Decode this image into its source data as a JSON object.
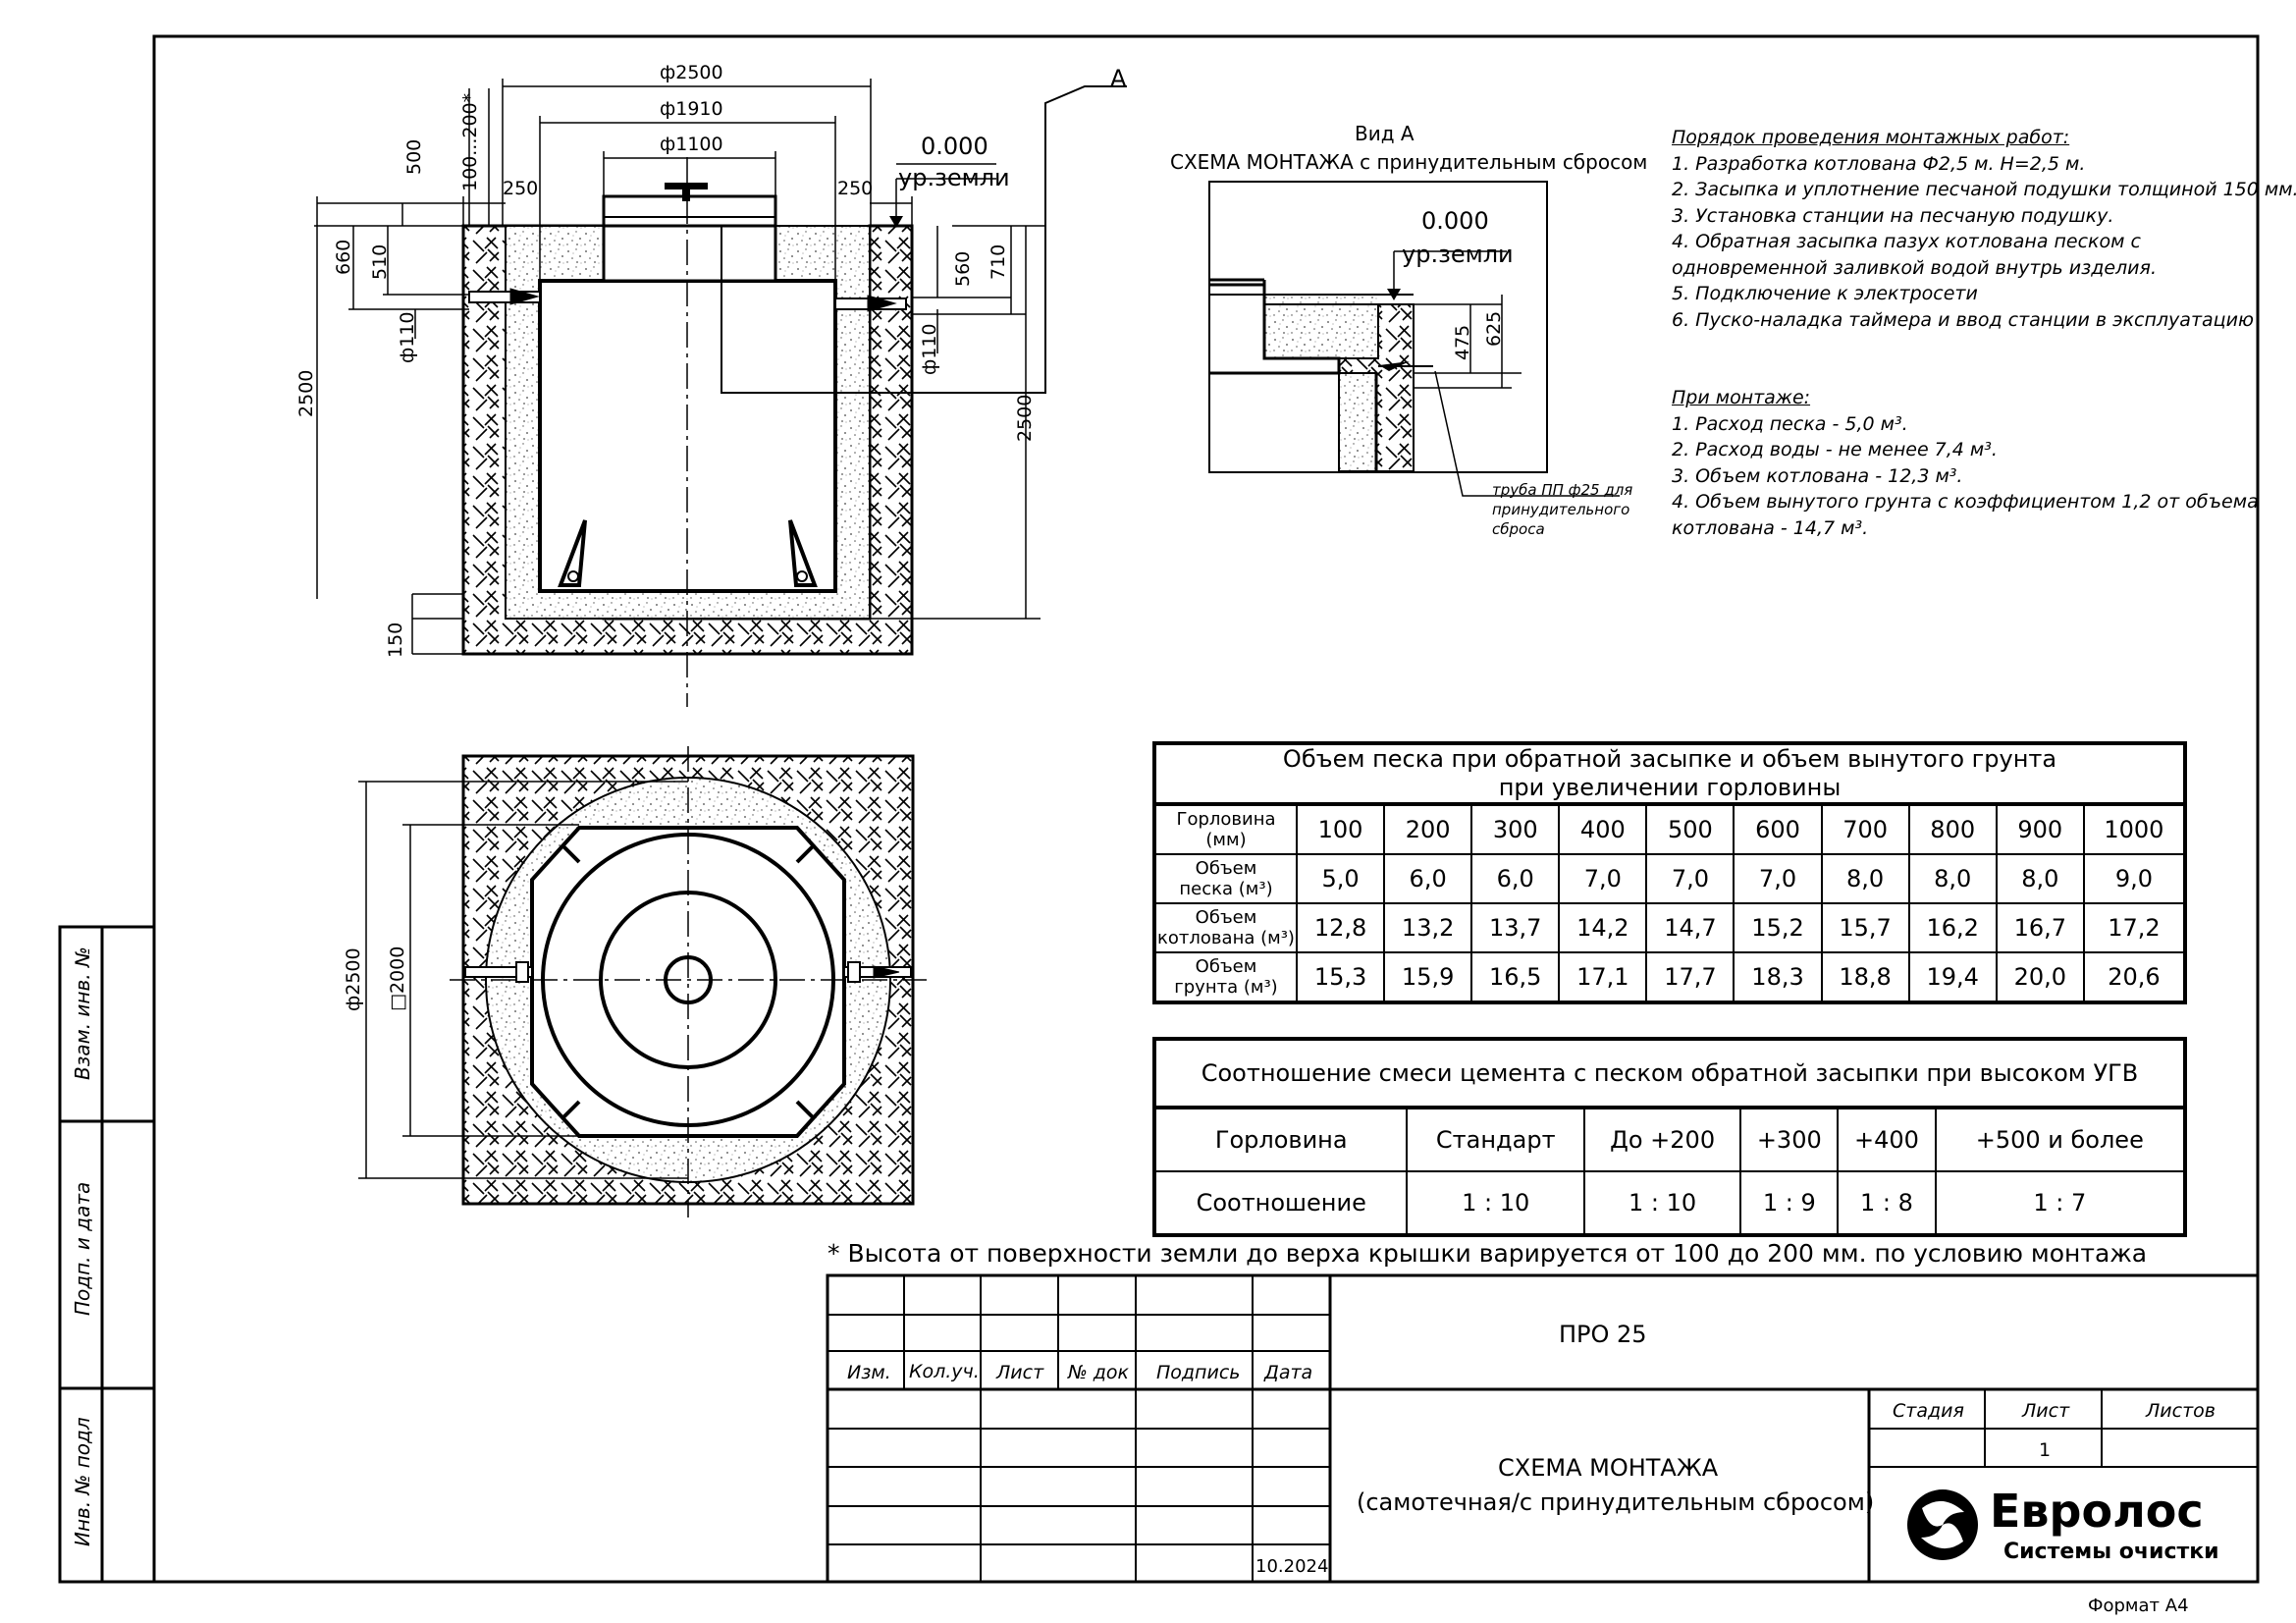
{
  "drawing": {
    "marker_a": "А",
    "view_a_title": "Вид А",
    "view_a_subtitle": "СХЕМА МОНТАЖА с принудительным сбросом",
    "level_value": "0.000",
    "level_label": "ур.земли",
    "dims": {
      "d2500": "ф2500",
      "d1910": "ф1910",
      "d1100": "ф1100",
      "d110": "ф110",
      "v500": "500",
      "v100_200": "100...200*",
      "v250": "250",
      "v660": "660",
      "v510": "510",
      "v560": "560",
      "v710": "710",
      "v2500": "2500",
      "v150": "150",
      "d2500_plan": "ф2500",
      "sq2000": "□2000",
      "v475": "475",
      "v625": "625"
    },
    "pipe_note": [
      "труба ПП ф25 для",
      "принудительного",
      "сброса"
    ]
  },
  "notes": {
    "mount_header": "Порядок проведения монтажных работ:",
    "mount_steps": [
      "1. Разработка котлована Ф2,5 м. Н=2,5 м.",
      "2. Засыпка и уплотнение песчаной подушки толщиной 150 мм.",
      "3. Установка станции на песчаную подушку.",
      "4. Обратная засыпка пазух котлована песком с",
      "одновременной заливкой водой внутрь изделия.",
      "5. Подключение к электросети",
      "6. Пуско-наладка таймера и ввод станции в эксплуатацию"
    ],
    "install_header": "При монтаже:",
    "install_items": [
      "1. Расход песка - 5,0 м³.",
      "2. Расход воды - не менее 7,4 м³.",
      "3. Объем котлована - 12,3 м³.",
      "4. Объем вынутого грунта с коэффициентом 1,2 от объема",
      "котлована - 14,7 м³."
    ]
  },
  "volume_table": {
    "caption_1": "Объем песка при обратной засыпке и объем вынутого грунта",
    "caption_2": "при увеличении горловины",
    "rows": [
      {
        "label_1": "Горловина",
        "label_2": "(мм)",
        "values": [
          "100",
          "200",
          "300",
          "400",
          "500",
          "600",
          "700",
          "800",
          "900",
          "1000"
        ]
      },
      {
        "label_1": "Объем",
        "label_2": "песка (м³)",
        "values": [
          "5,0",
          "6,0",
          "6,0",
          "7,0",
          "7,0",
          "7,0",
          "8,0",
          "8,0",
          "8,0",
          "9,0"
        ]
      },
      {
        "label_1": "Объем",
        "label_2": "котлована (м³)",
        "values": [
          "12,8",
          "13,2",
          "13,7",
          "14,2",
          "14,7",
          "15,2",
          "15,7",
          "16,2",
          "16,7",
          "17,2"
        ]
      },
      {
        "label_1": "Объем",
        "label_2": "грунта (м³)",
        "values": [
          "15,3",
          "15,9",
          "16,5",
          "17,1",
          "17,7",
          "18,3",
          "18,8",
          "19,4",
          "20,0",
          "20,6"
        ]
      }
    ]
  },
  "mix_table": {
    "caption": "Соотношение смеси цемента с песком обратной засыпки при высоком УГВ",
    "header": [
      "Горловина",
      "Стандарт",
      "До +200",
      "+300",
      "+400",
      "+500 и более"
    ],
    "row": [
      "Соотношение",
      "1 : 10",
      "1 : 10",
      "1 : 9",
      "1 : 8",
      "1 : 7"
    ]
  },
  "footnote": "* Высота от поверхности земли до верха крышки варируется от 100 до 200 мм. по условию монтажа",
  "stamp": {
    "cols": [
      "Изм.",
      "Кол.уч.",
      "Лист",
      "№ док",
      "Подпись",
      "Дата"
    ],
    "date": "10.2024",
    "product": "ПРО 25",
    "title_1": "СХЕМА МОНТАЖА",
    "title_2": "(самотечная/с принудительным сбросом)",
    "stage_label": "Стадия",
    "sheet_label": "Лист",
    "sheets_label": "Листов",
    "sheet_value": "1",
    "brand": "Евролос",
    "brand_sub": "Системы очистки",
    "format": "Формат А4"
  },
  "side_labels": [
    "Взам. инв. №",
    "Подп. и дата",
    "Инв. № подл"
  ]
}
